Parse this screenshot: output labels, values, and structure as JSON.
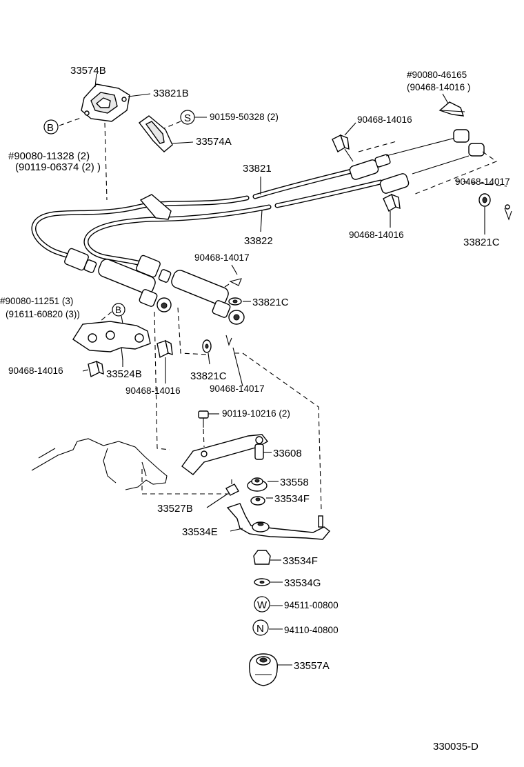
{
  "labels": {
    "p33574B": "33574B",
    "p33821B": "33821B",
    "p33574A": "33574A",
    "screw_S": "90159-50328 (2)",
    "bolt_top1": "#90080-11328 (2)",
    "bolt_top2": "(90119-06374 (2) )",
    "clip_tr1": "#90080-46165",
    "clip_tr2": "(90468-14016 )",
    "clip_90468_14016_a": "90468-14016",
    "p33821": "33821",
    "p33822": "33822",
    "clip_90468_14017_r": "90468-14017",
    "clip_90468_14016_b": "90468-14016",
    "p33821C_r": "33821C",
    "clip_90468_14017_m": "90468-14017",
    "p33821C_m": "33821C",
    "bolt_left1": "#90080-11251 (3)",
    "bolt_left2": "(91611-60820 (3))",
    "clip_90468_14016_l": "90468-14016",
    "p33524B": "33524B",
    "clip_90468_14016_c": "90468-14016",
    "p33821C_c": "33821C",
    "clip_90468_14017_c": "90468-14017",
    "bolt_90119": "90119-10216 (2)",
    "p33608": "33608",
    "p33558": "33558",
    "p33534F_a": "33534F",
    "p33527B": "33527B",
    "p33534E": "33534E",
    "p33534F_b": "33534F",
    "p33534G": "33534G",
    "washer_94511": "94511-00800",
    "nut_94110": "94110-40800",
    "p33557A": "33557A",
    "figure_code": "330035-D"
  },
  "symbols": {
    "B_top": "B",
    "B_left": "B",
    "S": "S",
    "W": "W",
    "N": "N"
  }
}
